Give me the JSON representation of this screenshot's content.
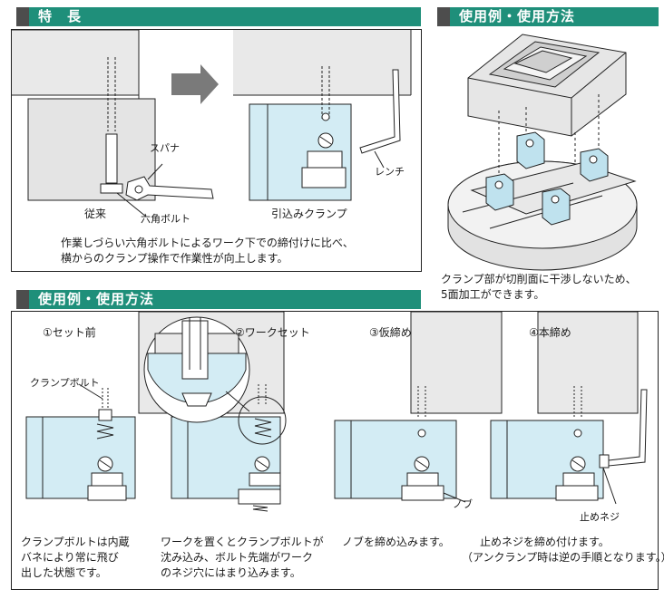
{
  "features": {
    "title": "特　長",
    "labels": {
      "conventional": "従来",
      "spanner": "スパナ",
      "hex_bolt": "六角ボルト",
      "wrench": "レンチ",
      "pull_clamp": "引込みクランプ"
    },
    "description": [
      "作業しづらい六角ボルトによるワーク下での締付けに比べ、",
      "横からのクランプ操作で作業性が向上します。"
    ]
  },
  "example_top": {
    "title": "使用例・使用方法",
    "caption": [
      "クランプ部が切削面に干渉しないため、",
      "5面加工ができます。"
    ]
  },
  "usage": {
    "title": "使用例・使用方法",
    "steps": [
      {
        "label": "①セット前",
        "caption": [
          "クランプボルトは内蔵",
          "バネにより常に飛び",
          "出した状態です。"
        ]
      },
      {
        "label": "②ワークセット",
        "caption": [
          "ワークを置くとクランプボルトが",
          "沈み込み、ボルト先端がワーク",
          "のネジ穴にはまり込みます。"
        ]
      },
      {
        "label": "③仮締め",
        "caption": [
          "ノブを締め込みます。"
        ]
      },
      {
        "label": "④本締め",
        "caption": [
          "止めネジを締め付けます。",
          "（アンクランプ時は逆の手順となります。）"
        ]
      }
    ],
    "labels": {
      "clamp_bolt": "クランプボルト",
      "knob": "ノブ",
      "set_screw": "止めネジ"
    }
  },
  "colors": {
    "header": "#1f8f7a",
    "header_tab": "#4d4d4d",
    "part_fill": "#d3ecf4",
    "work_fill": "#e9e9e9",
    "stroke": "#222222"
  }
}
